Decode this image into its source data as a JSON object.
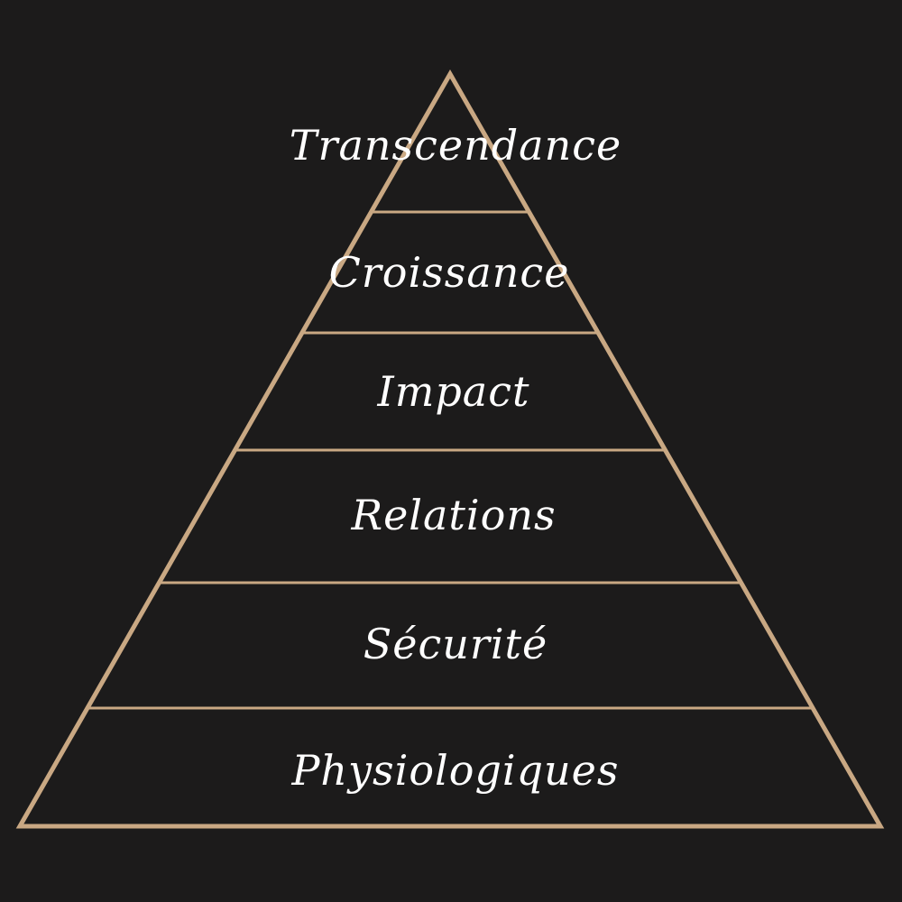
{
  "pyramid": {
    "levels": [
      {
        "label": "Transcendance"
      },
      {
        "label": "Croissance"
      },
      {
        "label": "Impact"
      },
      {
        "label": "Relations"
      },
      {
        "label": "Sécurité"
      },
      {
        "label": "Physiologiques"
      }
    ],
    "colors": {
      "background": "#1c1b1b",
      "stroke": "#c9a883",
      "text": "#ffffff"
    }
  }
}
